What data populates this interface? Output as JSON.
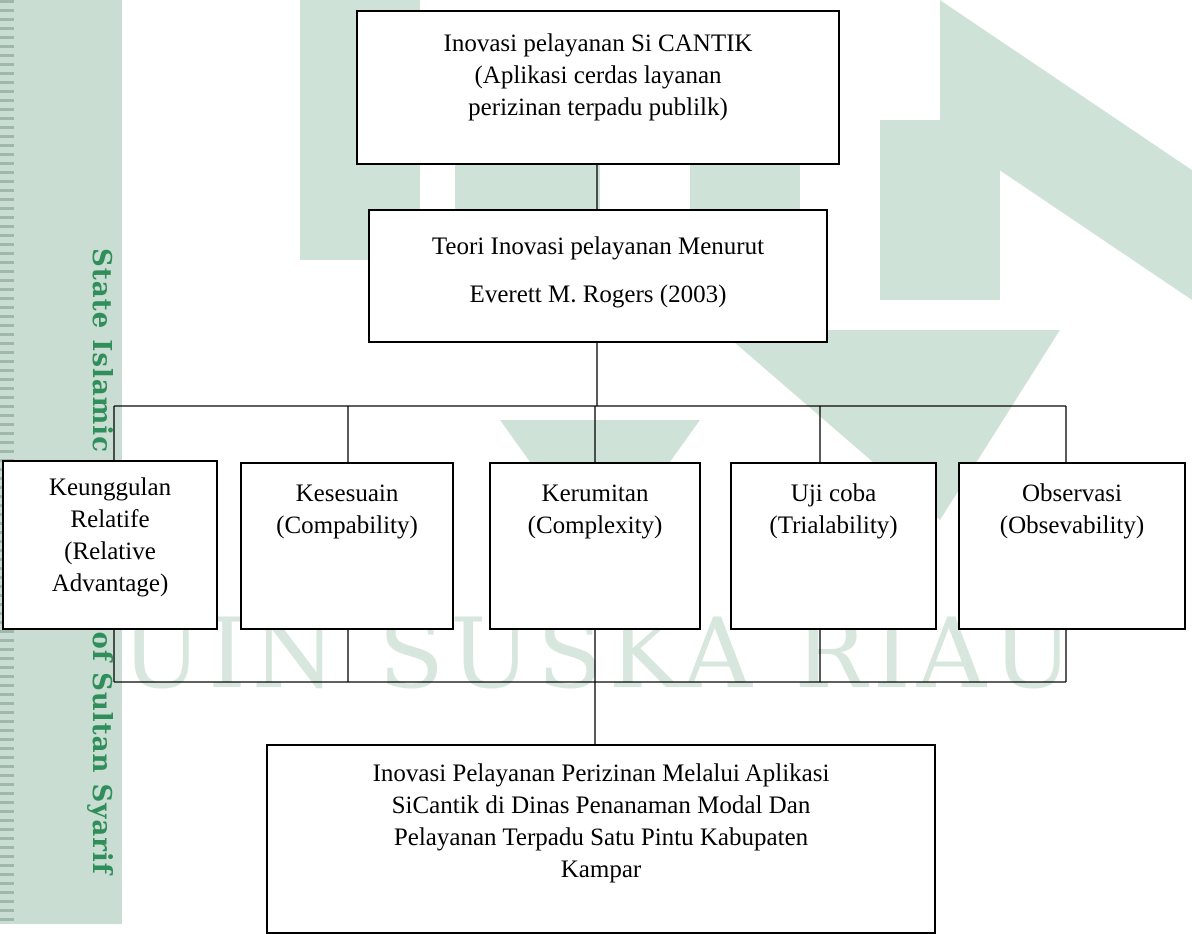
{
  "sidebar": {
    "text": "State Islamic University of Sultan Syarif"
  },
  "watermark": {
    "text": "UIN SUSKA RIAU",
    "color": "#d7e7de"
  },
  "top_box": {
    "lines": [
      "Inovasi pelayanan Si CANTIK",
      "(Aplikasi cerdas layanan",
      "perizinan terpadu publilk)"
    ]
  },
  "theory_box": {
    "lines": [
      "Teori Inovasi pelayanan Menurut",
      "Everett M. Rogers (2003)"
    ]
  },
  "dimensions": [
    {
      "lines": [
        "Keunggulan",
        "Relatife",
        "(Relative",
        "Advantage)"
      ]
    },
    {
      "lines": [
        "Kesesuain",
        "(Compability)"
      ]
    },
    {
      "lines": [
        "Kerumitan",
        "(Complexity)"
      ]
    },
    {
      "lines": [
        "Uji coba",
        "(Trialability)"
      ]
    },
    {
      "lines": [
        "Observasi",
        "(Obsevability)"
      ]
    }
  ],
  "bottom_box": {
    "lines": [
      "Inovasi Pelayanan Perizinan Melalui Aplikasi",
      "SiCantik di Dinas Penanaman Modal Dan",
      "Pelayanan Terpadu Satu Pintu Kabupaten",
      "Kampar"
    ]
  },
  "colors": {
    "sidebar": "#c9ddd3",
    "sidebar_text": "#2f8e5a",
    "logo": "#cfe2d7"
  }
}
